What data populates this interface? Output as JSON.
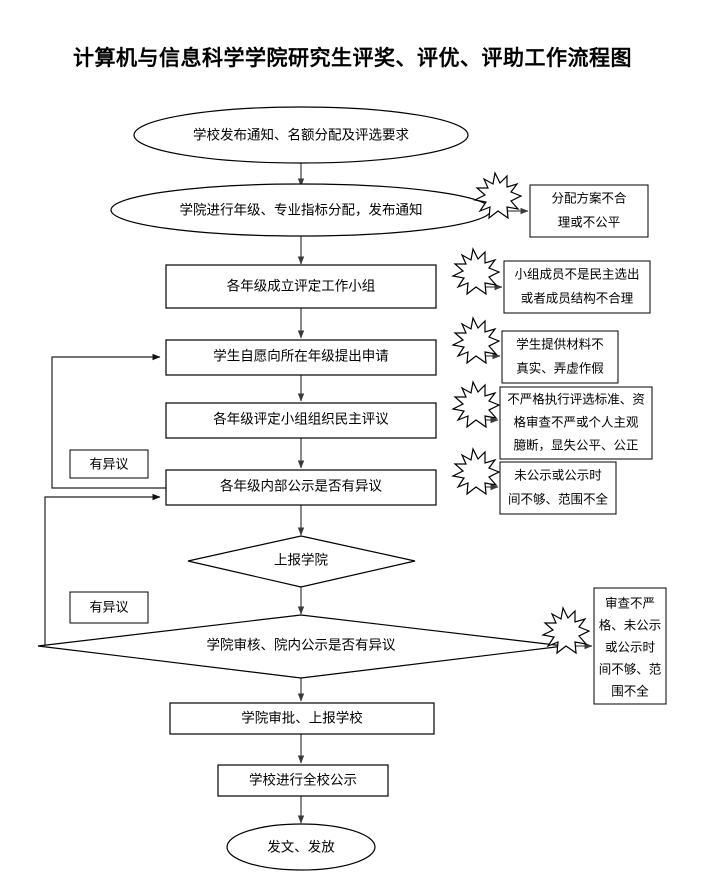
{
  "document": {
    "title": "计算机与信息科学学院研究生评奖、评优、评助工作流程图"
  },
  "flow_nodes": {
    "start": "学校发布通知、名额分配及评选要求",
    "college_allocate": "学院进行年级、专业指标分配，发布通知",
    "form_group": "各年级成立评定工作小组",
    "student_apply": "学生自愿向所在年级提出申请",
    "democratic_review": "各年级评定小组组织民主评议",
    "grade_publicity": "各年级内部公示是否有异议",
    "report_college": "上报学院",
    "college_review": "学院审核、院内公示是否有异议",
    "college_approve": "学院审批、上报学校",
    "school_publicity": "学校进行全校公示",
    "end": "发文、发放"
  },
  "risk_notes": {
    "note_allocation": {
      "lines": [
        "分配方案不合",
        "理或不公平"
      ]
    },
    "note_group_members": {
      "lines": [
        "小组成员不是民主选出",
        "或者成员结构不合理"
      ]
    },
    "note_materials": {
      "lines": [
        "学生提供材料不",
        "真实、弄虚作假"
      ]
    },
    "note_standards": {
      "lines": [
        "不严格执行评选标准、资",
        "格审查不严或个人主观",
        "臆断，显失公平、公正"
      ]
    },
    "note_publicity": {
      "lines": [
        "未公示或公示时",
        "间不够、范围不全"
      ]
    },
    "note_college_review": {
      "lines": [
        "审查不严",
        "格、未公示",
        "或公示时",
        "间不够、范",
        "围不全"
      ]
    }
  },
  "branch_tags": {
    "objection_upper": "有异议",
    "objection_lower": "有异议"
  },
  "colors": {
    "stroke": "#000000",
    "connector": "#4a4a4a",
    "background": "#ffffff",
    "text": "#000000"
  }
}
